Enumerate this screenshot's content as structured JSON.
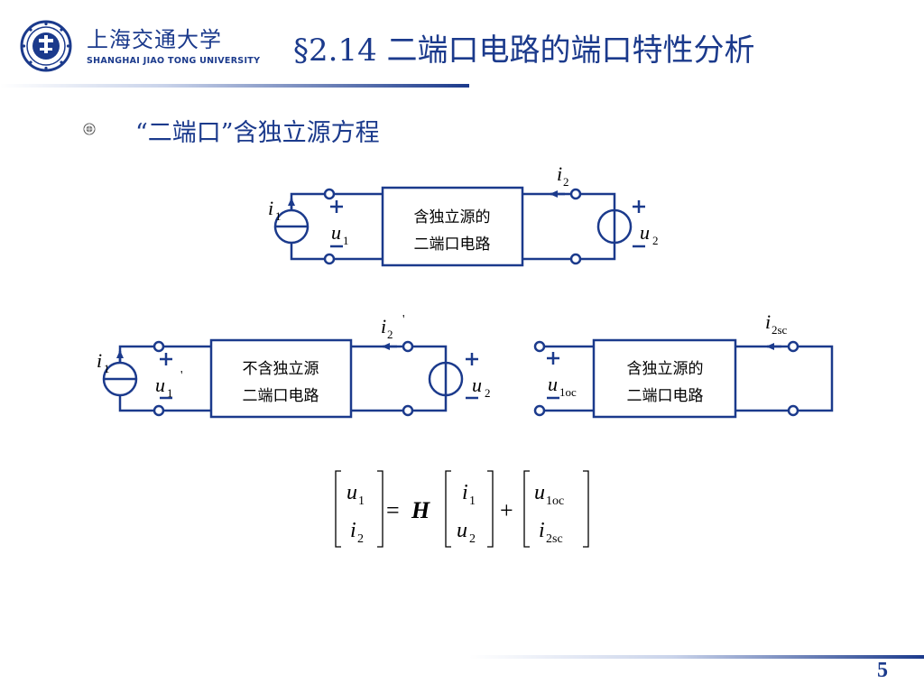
{
  "header": {
    "logo_cn": "上海交通大学",
    "logo_en": "SHANGHAI  JIAO TONG  UNIVERSITY",
    "title": "§2.14   二端口电路的端口特性分析"
  },
  "bullet": {
    "text": "“二端口”含独立源方程"
  },
  "circuit_top": {
    "box_line1": "含独立源的",
    "box_line2": "二端口电路",
    "i1": "i",
    "i1_sub": "1",
    "i2": "i",
    "i2_sub": "2",
    "u1": "u",
    "u1_sub": "1",
    "u2": "u",
    "u2_sub": "2"
  },
  "circuit_left": {
    "box_line1": "不含独立源",
    "box_line2": "二端口电路",
    "i1": "i",
    "i1_sub": "1",
    "i2": "i",
    "i2_sub": "2",
    "i2_prime": "'",
    "u1": "u",
    "u1_sub": "1",
    "u1_prime": "'",
    "u2": "u",
    "u2_sub": "2"
  },
  "circuit_right": {
    "box_line1": "含独立源的",
    "box_line2": "二端口电路",
    "i2sc": "i",
    "i2sc_sub": "2sc",
    "u1oc": "u",
    "u1oc_sub": "1oc"
  },
  "equation": {
    "lhs_top": "u",
    "lhs_top_sub": "1",
    "lhs_bot": "i",
    "lhs_bot_sub": "2",
    "eq": "=",
    "H": "H",
    "mid_top": "i",
    "mid_top_sub": "1",
    "mid_bot": "u",
    "mid_bot_sub": "2",
    "plus": "+",
    "rhs_top": "u",
    "rhs_top_sub": "1oc",
    "rhs_bot": "i",
    "rhs_bot_sub": "2sc"
  },
  "footer": {
    "page_number": "5"
  },
  "colors": {
    "brand": "#1b3a8c",
    "ink": "#000000"
  }
}
